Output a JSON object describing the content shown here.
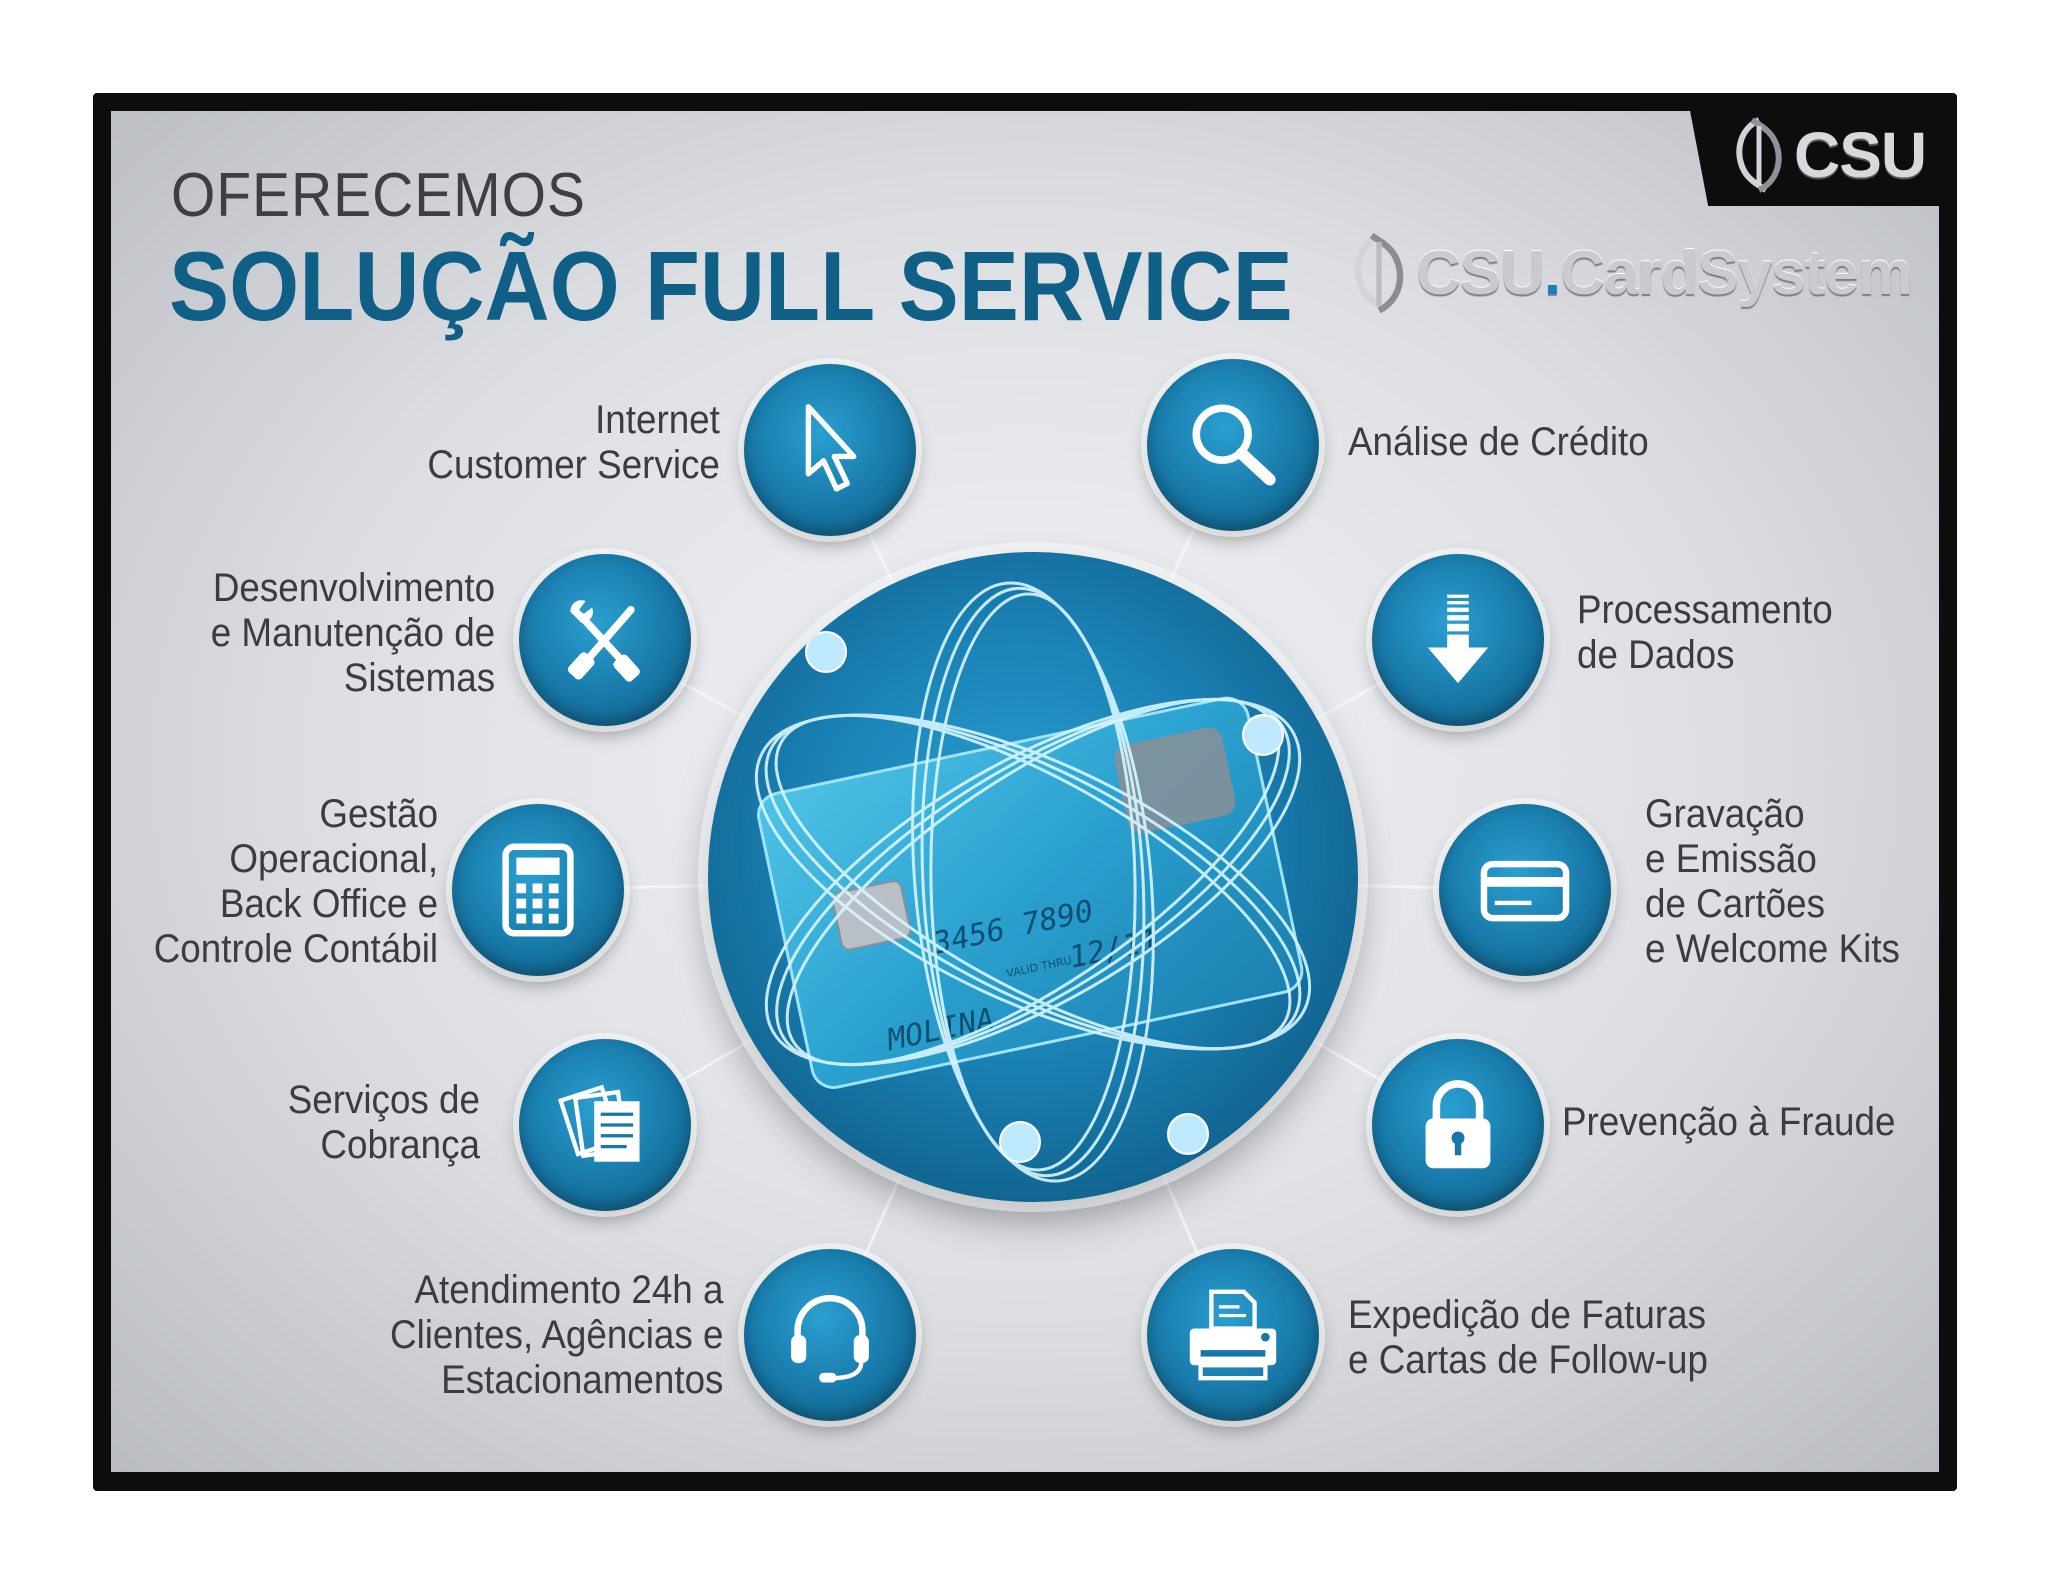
{
  "header": {
    "small_title": "OFERECEMOS",
    "big_title": "SOLUÇÃO FULL SERVICE"
  },
  "logos": {
    "top_right": "CSU",
    "brand_main": "CSU",
    "brand_dot": ".",
    "brand_suffix": "CardSystem"
  },
  "hub_card": {
    "number_fragment": "3456 7890",
    "valid_label": "VALID THRU",
    "expiry": "12/11",
    "holder_fragment": "MOLINA"
  },
  "services_left": [
    {
      "icon": "cursor-icon",
      "lines": [
        "Internet",
        "Customer Service"
      ]
    },
    {
      "icon": "tools-icon",
      "lines": [
        "Desenvolvimento",
        "e Manutenção de",
        "Sistemas"
      ]
    },
    {
      "icon": "calculator-icon",
      "lines": [
        "Gestão",
        "Operacional,",
        "Back Office e",
        "Controle Contábil"
      ]
    },
    {
      "icon": "documents-icon",
      "lines": [
        "Serviços de",
        "Cobrança"
      ]
    },
    {
      "icon": "headset-icon",
      "lines": [
        "Atendimento 24h a",
        "Clientes, Agências e",
        "Estacionamentos"
      ]
    }
  ],
  "services_right": [
    {
      "icon": "magnifier-icon",
      "lines": [
        "Análise de Crédito"
      ]
    },
    {
      "icon": "download-arrow-icon",
      "lines": [
        "Processamento",
        "de Dados"
      ]
    },
    {
      "icon": "card-icon",
      "lines": [
        "Gravação",
        "e  Emissão",
        "de Cartões",
        "e Welcome Kits"
      ]
    },
    {
      "icon": "padlock-icon",
      "lines": [
        "Prevenção à Fraude"
      ]
    },
    {
      "icon": "printer-icon",
      "lines": [
        "Expedição de Faturas",
        "e Cartas de Follow-up"
      ]
    }
  ],
  "colors": {
    "title_blue": "#0f5f86",
    "icon_blue": "#1778a8",
    "text_gray": "#3a3c40",
    "frame": "#0d0d0d"
  }
}
